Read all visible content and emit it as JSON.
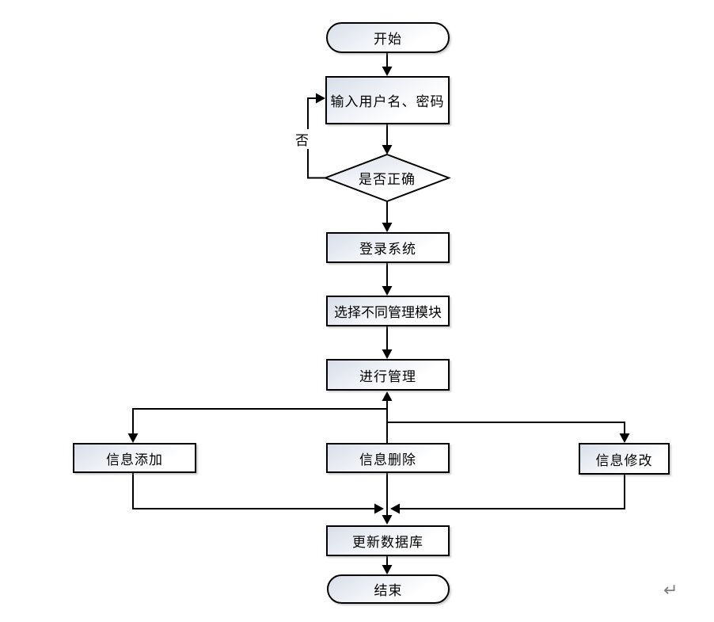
{
  "page": {
    "background_color": "#ffffff",
    "line_color": "#000000",
    "node_fill_top": "#d8dee9",
    "node_fill_bottom": "#ffffff",
    "paragraph_mark": "↵"
  },
  "flowchart": {
    "nodes": {
      "start": {
        "type": "terminator",
        "label": "开始"
      },
      "input": {
        "type": "process",
        "label": "输入用户名、密码"
      },
      "decision": {
        "type": "decision",
        "label": "是否正确"
      },
      "login": {
        "type": "process",
        "label": "登录系统"
      },
      "select": {
        "type": "process",
        "label": "选择不同管理模块"
      },
      "manage": {
        "type": "process",
        "label": "进行管理"
      },
      "add": {
        "type": "process",
        "label": "信息添加"
      },
      "delete": {
        "type": "process",
        "label": "信息删除"
      },
      "modify": {
        "type": "process",
        "label": "信息修改"
      },
      "update": {
        "type": "process",
        "label": "更新数据库"
      },
      "end": {
        "type": "terminator",
        "label": "结束"
      }
    },
    "edge_labels": {
      "no": "否"
    }
  }
}
